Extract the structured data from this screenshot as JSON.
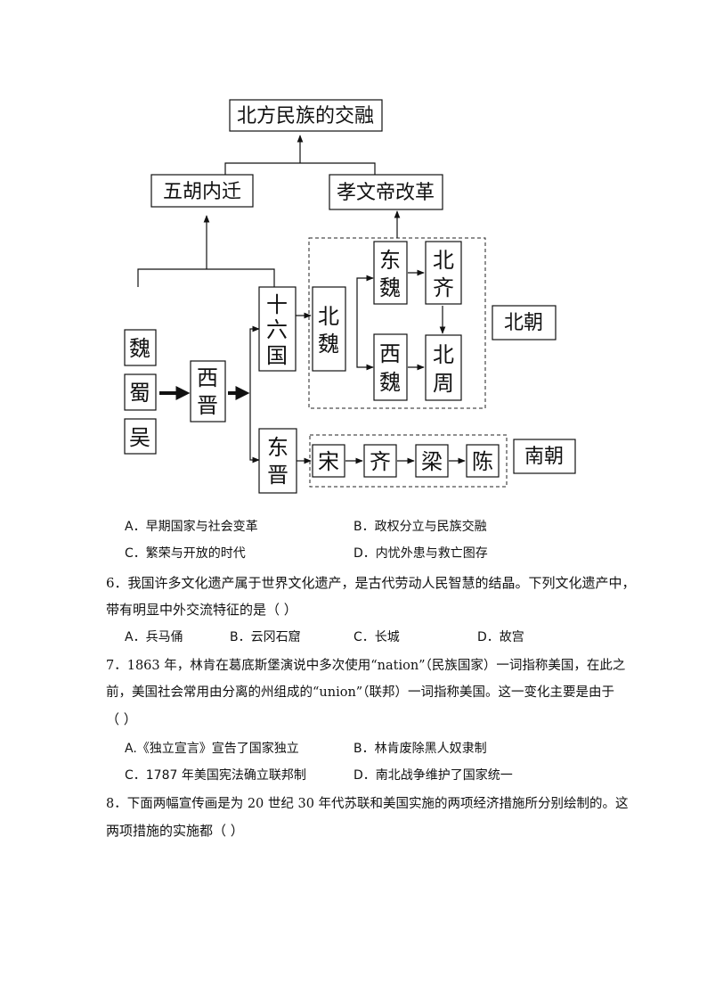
{
  "diagram": {
    "title": "北方民族的交融",
    "wuhu": "五胡内迁",
    "xiaowen": "孝文帝改革",
    "wei": "魏",
    "shu": "蜀",
    "wu": "吴",
    "xijin": "西晋",
    "shiliuguo": "十六国",
    "dongjin": "东晋",
    "beiwei": "北魏",
    "dongwei": "东魏",
    "xiwei": "西魏",
    "beiqi": "北齐",
    "beizhou": "北周",
    "song": "宋",
    "qi": "齐",
    "liang": "梁",
    "chen": "陈",
    "beichao": "北朝",
    "nanchao": "南朝"
  },
  "q5_options": {
    "a": "A．早期国家与社会变革",
    "b": "B．政权分立与民族交融",
    "c": "C．繁荣与开放的时代",
    "d": "D．内忧外患与救亡图存"
  },
  "q6": {
    "line1": "6．我国许多文化遗产属于世界文化遗产，是古代劳动人民智慧的结晶。下列文化遗产中，",
    "line2": "带有明显中外交流特征的是（    ）",
    "a": "A．兵马俑",
    "b": "B．云冈石窟",
    "c": "C．长城",
    "d": "D．故宫"
  },
  "q7": {
    "line1": "7．1863 年，林肯在葛底斯堡演说中多次使用“nation”（民族国家）一词指称美国，在此之",
    "line2": "前，美国社会常用由分离的州组成的“union”（联邦）一词指称美国。这一变化主要是由于",
    "line3": "（    ）",
    "a": "A.《独立宣言》宣告了国家独立",
    "b": "B．林肯废除黑人奴隶制",
    "c": "C．1787 年美国宪法确立联邦制",
    "d": "D．南北战争维护了国家统一"
  },
  "q8": {
    "line1": "8．下面两幅宣传画是为 20 世纪 30 年代苏联和美国实施的两项经济措施所分别绘制的。这",
    "line2": "两项措施的实施都（    ）"
  }
}
